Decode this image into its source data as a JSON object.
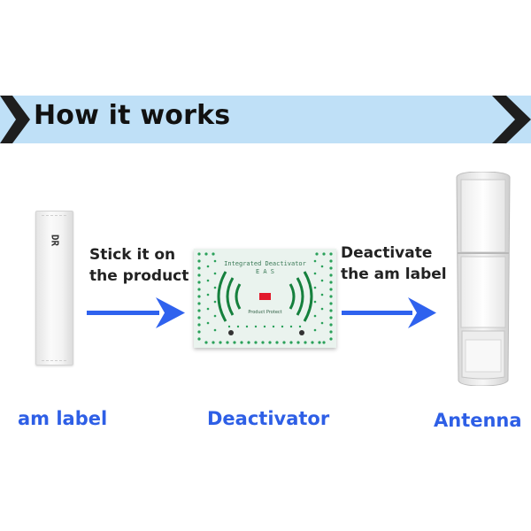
{
  "banner": {
    "title": "How it works",
    "color": "#bfe0f7"
  },
  "steps": {
    "step1": [
      "Stick it on",
      "the product"
    ],
    "step2": [
      "Deactivate",
      "the am label"
    ]
  },
  "captions": {
    "tag": "am label",
    "deactivator": "Deactivator",
    "antenna": "Antenna"
  },
  "tag": {
    "mark": "DR"
  },
  "deactivator_pad": {
    "heading": "Integrated Deactivator",
    "subheading": "E A S",
    "small_label": "Product Protect"
  },
  "colors": {
    "accent": "#2e5fe6",
    "arrow": "#2f62ee",
    "chevron": "#1e1e1e"
  }
}
